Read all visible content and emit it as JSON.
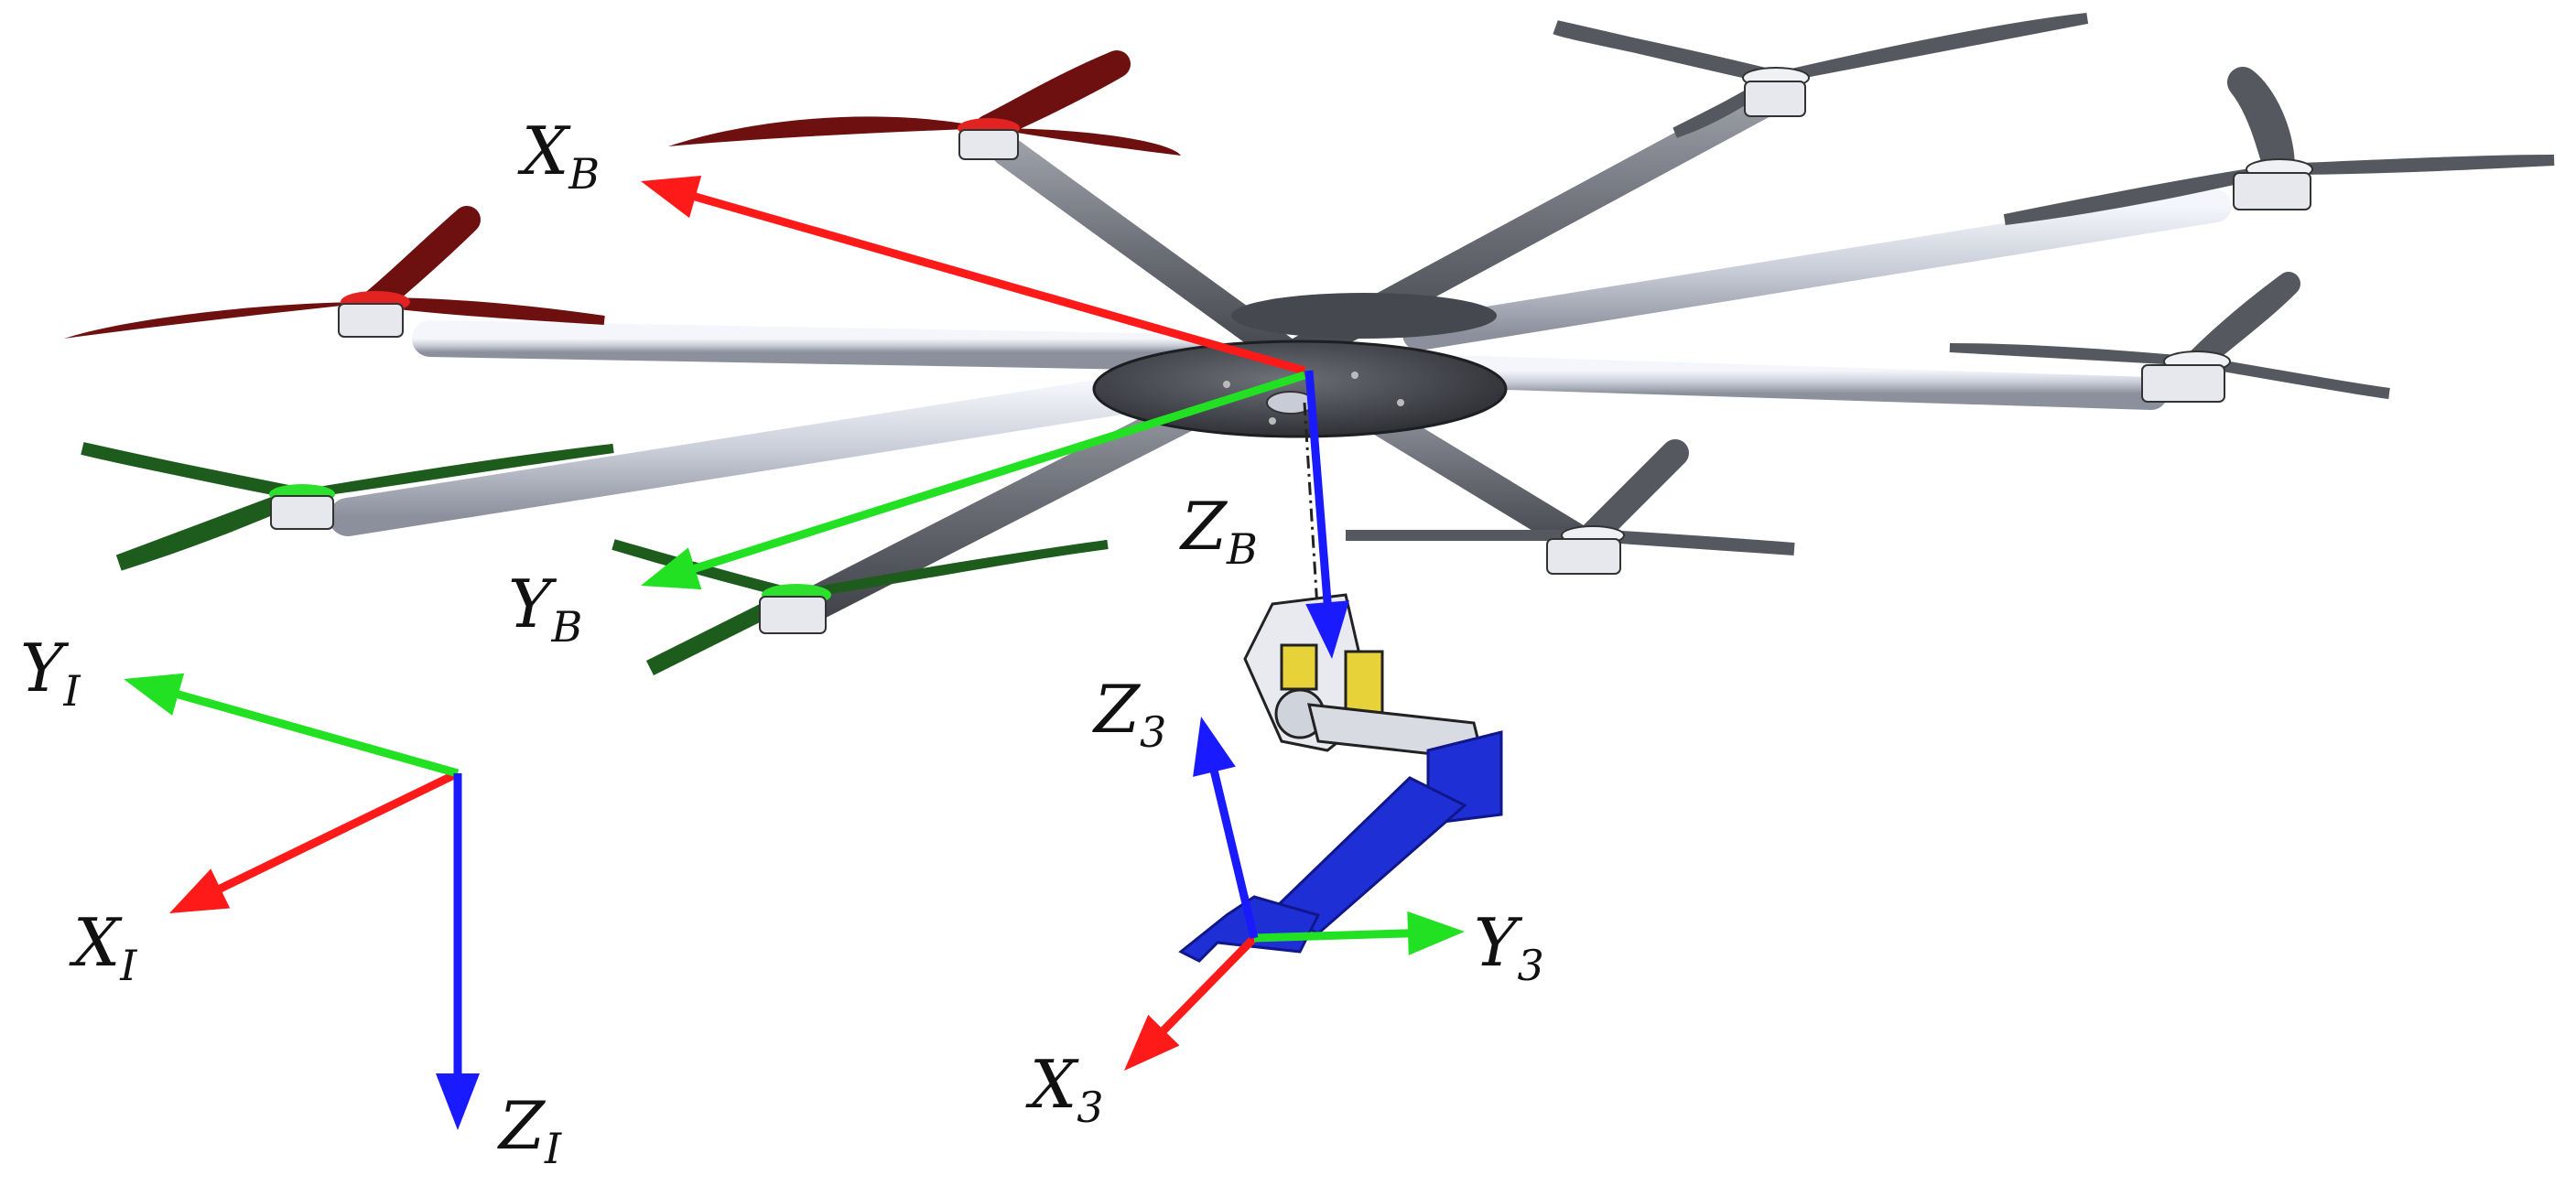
{
  "colors": {
    "x_axis": "#ff1a1a",
    "y_axis": "#22e022",
    "z_axis": "#1a1aff",
    "arm": "#d9dde8",
    "arm_dark": "#5a5d66",
    "prop_red": "#6e1010",
    "prop_green": "#1d5c1d",
    "prop_gray": "#55585e",
    "hub": "#3f4248",
    "manipulator": "#1f2fd6"
  },
  "frames": {
    "inertial": {
      "x": {
        "base": "X",
        "sub": "I"
      },
      "y": {
        "base": "Y",
        "sub": "I"
      },
      "z": {
        "base": "Z",
        "sub": "I"
      }
    },
    "body": {
      "x": {
        "base": "X",
        "sub": "B"
      },
      "y": {
        "base": "Y",
        "sub": "B"
      },
      "z": {
        "base": "Z",
        "sub": "B"
      }
    },
    "end_effector": {
      "x": {
        "base": "X",
        "sub": "3"
      },
      "y": {
        "base": "Y",
        "sub": "3"
      },
      "z": {
        "base": "Z",
        "sub": "3"
      }
    }
  }
}
